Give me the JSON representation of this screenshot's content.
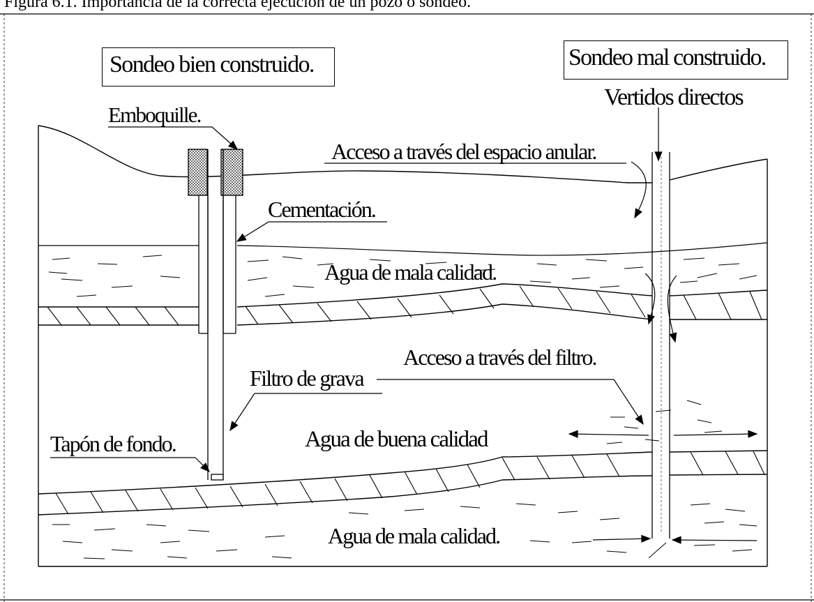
{
  "figure": {
    "caption": "Figura 6.1. Importancia de la correcta ejecución de un pozo o sondeo.",
    "titles": {
      "well_built": "Sondeo bien construido.",
      "well_bad": "Sondeo mal construido."
    },
    "labels": {
      "emboquille": "Emboquille.",
      "cementacion": "Cementación.",
      "filtro_grava": "Filtro de grava",
      "tapon_fondo": "Tapón de fondo.",
      "vertidos": "Vertidos directos",
      "acceso_anular": "Acceso a través del espacio anular.",
      "acceso_filtro": "Acceso a través del filtro.",
      "agua_mala_top": "Agua de mala calidad.",
      "agua_buena": "Agua de buena calidad",
      "agua_mala_bottom": "Agua de mala calidad."
    }
  }
}
